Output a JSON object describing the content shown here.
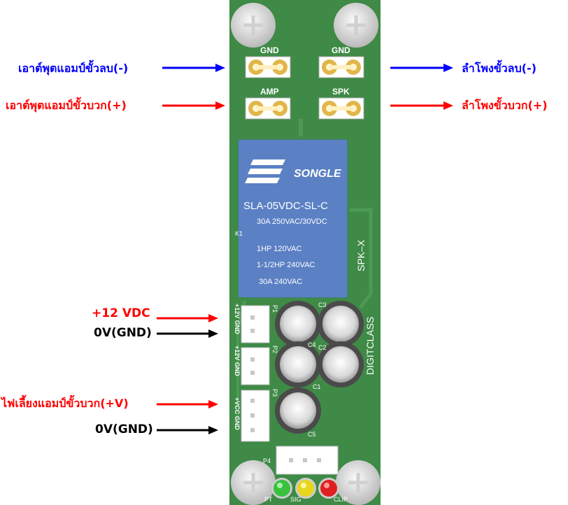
{
  "board": {
    "ground_labels": [
      "GND",
      "GND"
    ],
    "amp_label": "AMP",
    "spk_label": "SPK",
    "relay": {
      "brand": "SONGLE",
      "model": "SLA-05VDC-SL-C",
      "rating": "30A 250VAC/30VDC",
      "spec1": "1HP 120VAC",
      "spec2": "1-1/2HP 240VAC",
      "spec3": "30A  240VAC"
    },
    "k1": "K1",
    "board_name": "SPK–X",
    "brand_side": "DIGITCLASS",
    "p1": "P1",
    "p2": "P2",
    "p3": "P3",
    "p4": "P4",
    "p1_pins": "+12V GND",
    "p2_pins": "+12V GND",
    "p3_pins": "+VCC GND",
    "caps": [
      "C3",
      "C4",
      "C2",
      "C1",
      "C5"
    ],
    "leds": [
      "PT",
      "SIG",
      "CLIP"
    ]
  },
  "labels": {
    "amp_neg": "เอาต์พุตแอมป์ขั้วลบ(-)",
    "amp_pos": "เอาต์พุตแอมป์ขั้วบวก(+)",
    "spk_neg": "ลำโพงขั้วลบ(-)",
    "spk_pos": "ลำโพงขั้วบวก(+)",
    "v12": "+12 VDC",
    "gnd1": "0V(GND)",
    "vcc": "ไฟเลี้ยงแอมป์ขั้วบวก(+V)",
    "gnd2": "0V(GND)"
  },
  "colors": {
    "negative": "#0000ff",
    "positive": "#ff0000",
    "ground": "#000000",
    "board": "#3e8a46",
    "relay": "#5b80c4"
  }
}
